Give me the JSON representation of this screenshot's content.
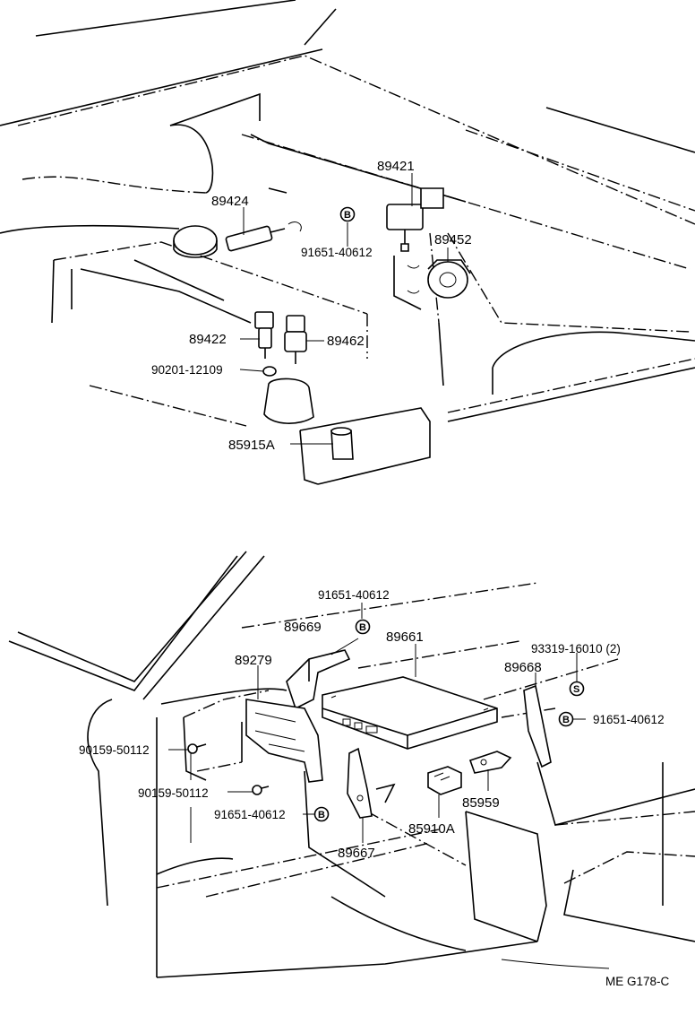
{
  "diagram_code": "ME G178-C",
  "upper": {
    "p89421": "89421",
    "p89424": "89424",
    "bolt_b": "B",
    "p91651_a": "91651-40612",
    "p89452": "89452",
    "p89422": "89422",
    "p89462": "89462",
    "p90201": "90201-12109",
    "p85915A": "85915A"
  },
  "lower": {
    "p91651_top": "91651-40612",
    "bolt_b_top": "B",
    "p89669": "89669",
    "p89661": "89661",
    "p93319": "93319-16010 (2)",
    "p89668": "89668",
    "screw_s": "S",
    "p89279": "89279",
    "bolt_b_right": "B",
    "p91651_right": "91651-40612",
    "p90159_a": "90159-50112",
    "p85959": "85959",
    "p90159_b": "90159-50112",
    "p91651_bottom": "91651-40612",
    "bolt_b_bottom": "B",
    "p85910A": "85910A",
    "p89667": "89667"
  }
}
